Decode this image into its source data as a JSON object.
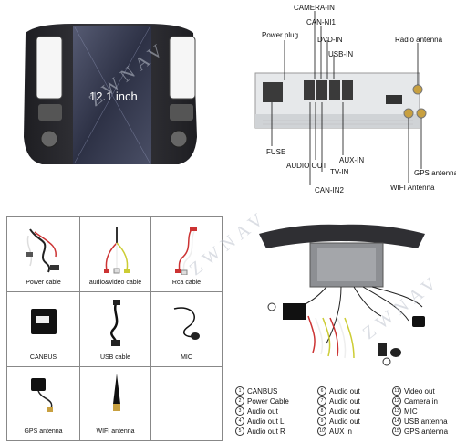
{
  "head_unit": {
    "screen_size": "12.1 inch"
  },
  "connector_panel": {
    "labels": {
      "camera_in": "CAMERA-IN",
      "can_ni1": "CAN-NI1",
      "dvd_in": "DVD-IN",
      "usb_in": "USB-IN",
      "power_plug": "Power plug",
      "radio_antenna": "Radio antenna",
      "fuse": "FUSE",
      "audio_out": "AUDIO OUT",
      "tv_in": "TV-IN",
      "aux_in": "AUX-IN",
      "can_in2": "CAN-IN2",
      "wifi_antenna": "WIFI Antenna",
      "gps_antenna": "GPS antenna"
    }
  },
  "accessories": [
    {
      "label": "Power cable",
      "icon": "power-cable-icon"
    },
    {
      "label": "audio&video cable",
      "icon": "av-cable-icon"
    },
    {
      "label": "Rca cable",
      "icon": "rca-cable-icon"
    },
    {
      "label": "CANBUS",
      "icon": "canbus-box-icon"
    },
    {
      "label": "USB cable",
      "icon": "usb-cable-icon"
    },
    {
      "label": "MIC",
      "icon": "mic-icon"
    },
    {
      "label": "GPS antenna",
      "icon": "gps-antenna-icon"
    },
    {
      "label": "WIFI antenna",
      "icon": "wifi-antenna-icon"
    },
    {
      "label": "",
      "icon": ""
    }
  ],
  "wiring_legend": [
    {
      "num": "1",
      "label": "CANBUS"
    },
    {
      "num": "2",
      "label": "Power Cable"
    },
    {
      "num": "3",
      "label": "Audio out"
    },
    {
      "num": "4",
      "label": "Audio out L"
    },
    {
      "num": "5",
      "label": "Audio out R"
    },
    {
      "num": "6",
      "label": "Audio out"
    },
    {
      "num": "7",
      "label": "Audio out"
    },
    {
      "num": "8",
      "label": "Audio out"
    },
    {
      "num": "9",
      "label": "Audio out"
    },
    {
      "num": "10",
      "label": "AUX in"
    },
    {
      "num": "11",
      "label": "Video out"
    },
    {
      "num": "12",
      "label": "Camera in"
    },
    {
      "num": "13",
      "label": "MIC"
    },
    {
      "num": "14",
      "label": "USB antenna"
    },
    {
      "num": "15",
      "label": "GPS antenna"
    }
  ],
  "watermark": "ZWNAV",
  "colors": {
    "grid_border": "#888888",
    "bezel": "#2a2a2e",
    "screen": "#3a3f55",
    "unit_body": "#e4e6e8",
    "connector": "#3a3a3a"
  }
}
